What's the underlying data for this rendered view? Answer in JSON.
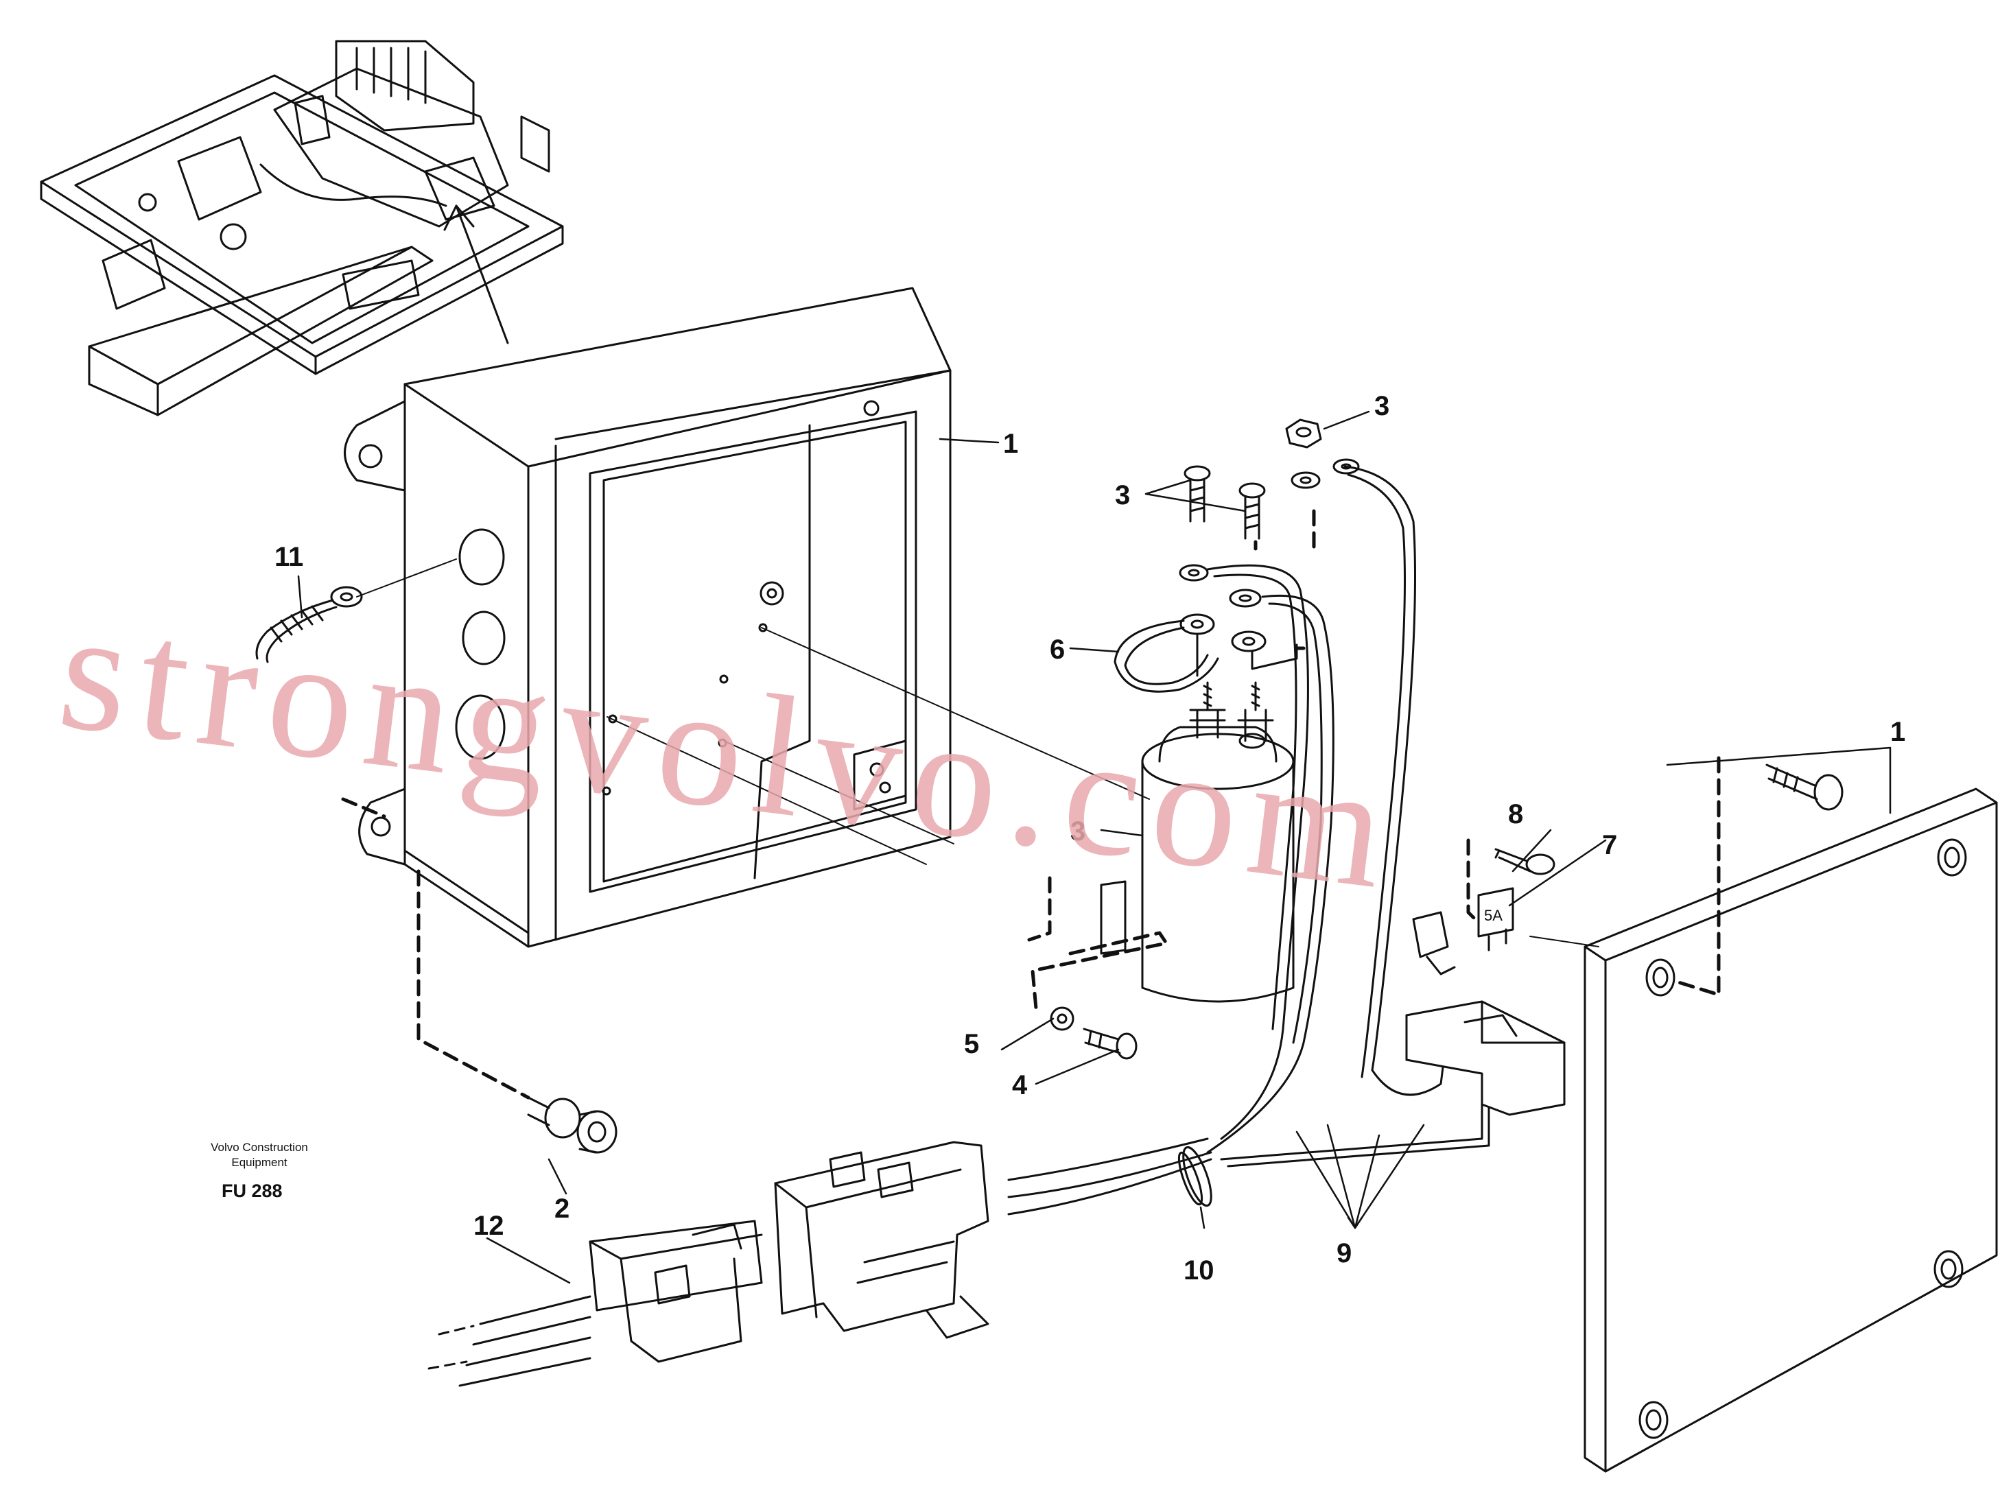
{
  "diagram": {
    "credit": {
      "line1": "Volvo Construction",
      "line2": "Equipment"
    },
    "figure_code": "FU 288",
    "fuse_rating": "5A",
    "watermark": "strongvolvo.com",
    "callouts": {
      "c1_box": "1",
      "c1_cover": "1",
      "c2": "2",
      "c3_nut": "3",
      "c3_screws": "3",
      "c3_relay": "3",
      "c4": "4",
      "c5": "5",
      "c6": "6",
      "c7": "7",
      "c8": "8",
      "c9": "9",
      "c10": "10",
      "c11": "11",
      "c12": "12"
    }
  }
}
